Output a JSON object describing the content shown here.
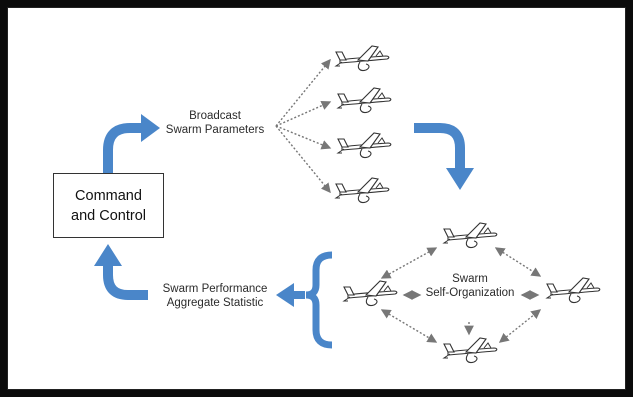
{
  "command_control": {
    "line1": "Command",
    "line2": "and Control"
  },
  "broadcast": {
    "line1": "Broadcast",
    "line2": "Swarm  Parameters"
  },
  "performance": {
    "line1": "Swarm Performance",
    "line2": "Aggregate Statistic"
  },
  "self_org": {
    "line1": "Swarm",
    "line2": "Self-Organization"
  },
  "colors": {
    "arrow_blue": "#4a86c9",
    "frame": "#0b0b0b",
    "text": "#2b2b2b"
  },
  "icons": [
    "glider-icon",
    "curved-arrow-icon",
    "dotted-arrow-icon",
    "brace-icon"
  ]
}
